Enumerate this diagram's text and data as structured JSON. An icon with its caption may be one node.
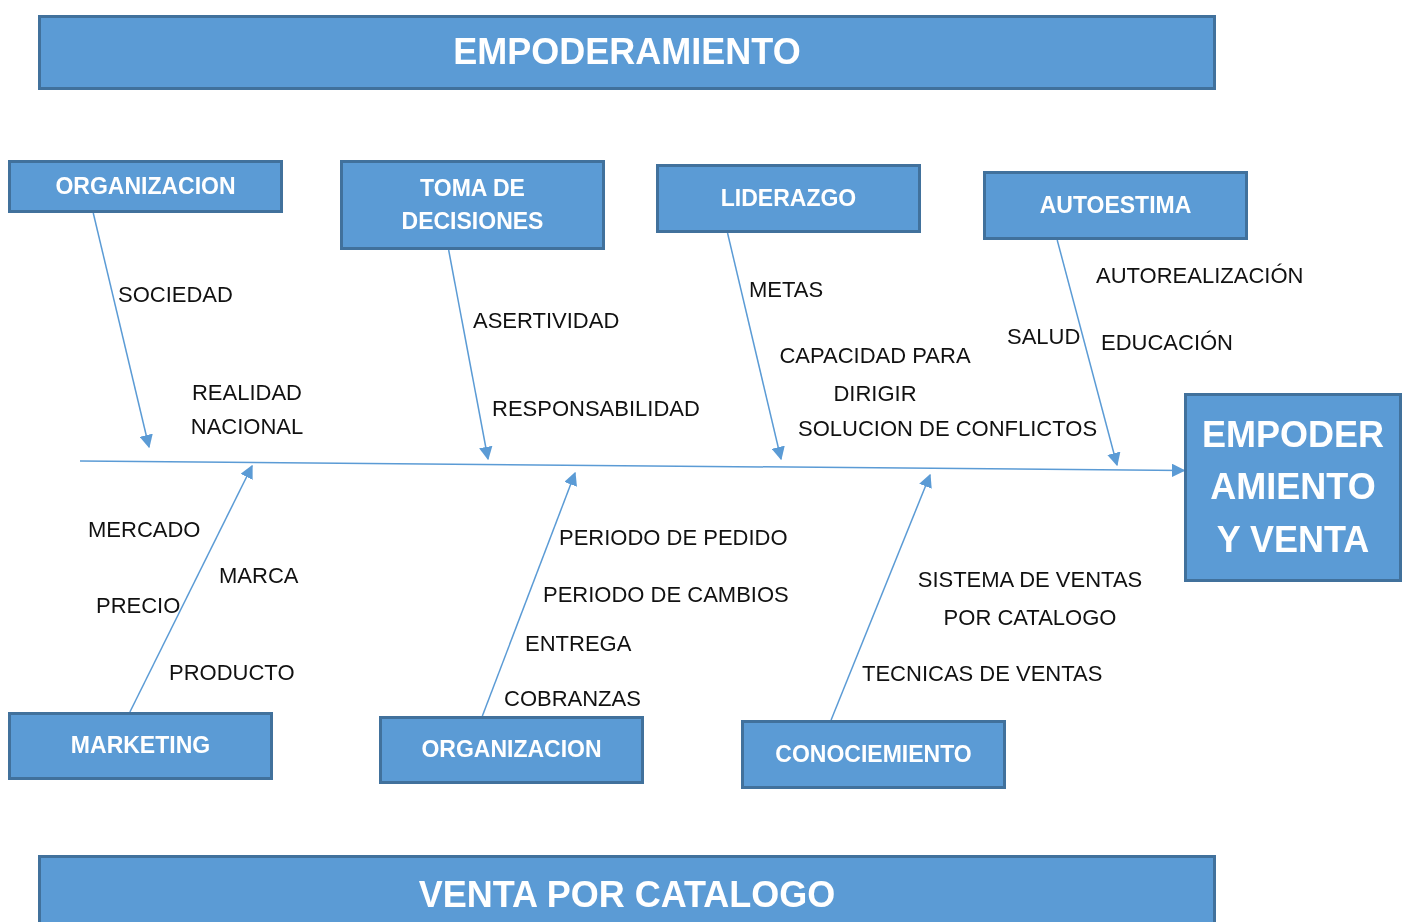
{
  "diagram": {
    "nodes": [
      {
        "text": [
          "EMPODERAMIENTO"
        ]
      },
      {
        "text": [
          "ORGANIZACION"
        ]
      },
      {
        "text": [
          "TOMA DE DECISIONES"
        ]
      },
      {
        "text": [
          "LIDERAZGO"
        ]
      },
      {
        "text": [
          "AUTOESTIMA"
        ]
      },
      {
        "text": [
          "EMPODER AMIENTO Y VENTA"
        ]
      },
      {
        "text": [
          "MARKETING"
        ]
      },
      {
        "text": [
          "ORGANIZACION"
        ]
      },
      {
        "text": [
          "CONOCIEMIENTO"
        ]
      },
      {
        "text": [
          "VENTA POR CATALOGO"
        ]
      }
    ],
    "edges": [
      {
        "from": 1,
        "to": null,
        "arrow": "to"
      },
      {
        "from": 2,
        "to": null,
        "arrow": "to"
      },
      {
        "from": 3,
        "to": null,
        "arrow": "to"
      },
      {
        "from": 4,
        "to": null,
        "arrow": "to"
      },
      {
        "from": null,
        "to": 5,
        "arrow": "to"
      },
      {
        "from": 6,
        "to": null,
        "arrow": "to"
      },
      {
        "from": 7,
        "to": null,
        "arrow": "to"
      },
      {
        "from": 8,
        "to": null,
        "arrow": "to"
      }
    ],
    "labels": [
      "SOCIEDAD",
      "REALIDAD NACIONAL",
      "ASERTIVIDAD",
      "RESPONSABILIDAD",
      "METAS",
      "CAPACIDAD PARA DIRIGIR",
      "SOLUCION DE CONFLICTOS",
      "AUTOREALIZACIÓN",
      "SALUD",
      "EDUCACIÓN",
      "MERCADO",
      "MARCA",
      "PRECIO",
      "PRODUCTO",
      "PERIODO DE PEDIDO",
      "PERIODO DE CAMBIOS",
      "ENTREGA",
      "COBRANZAS",
      "SISTEMA DE VENTAS POR CATALOGO",
      "TECNICAS DE VENTAS"
    ]
  }
}
